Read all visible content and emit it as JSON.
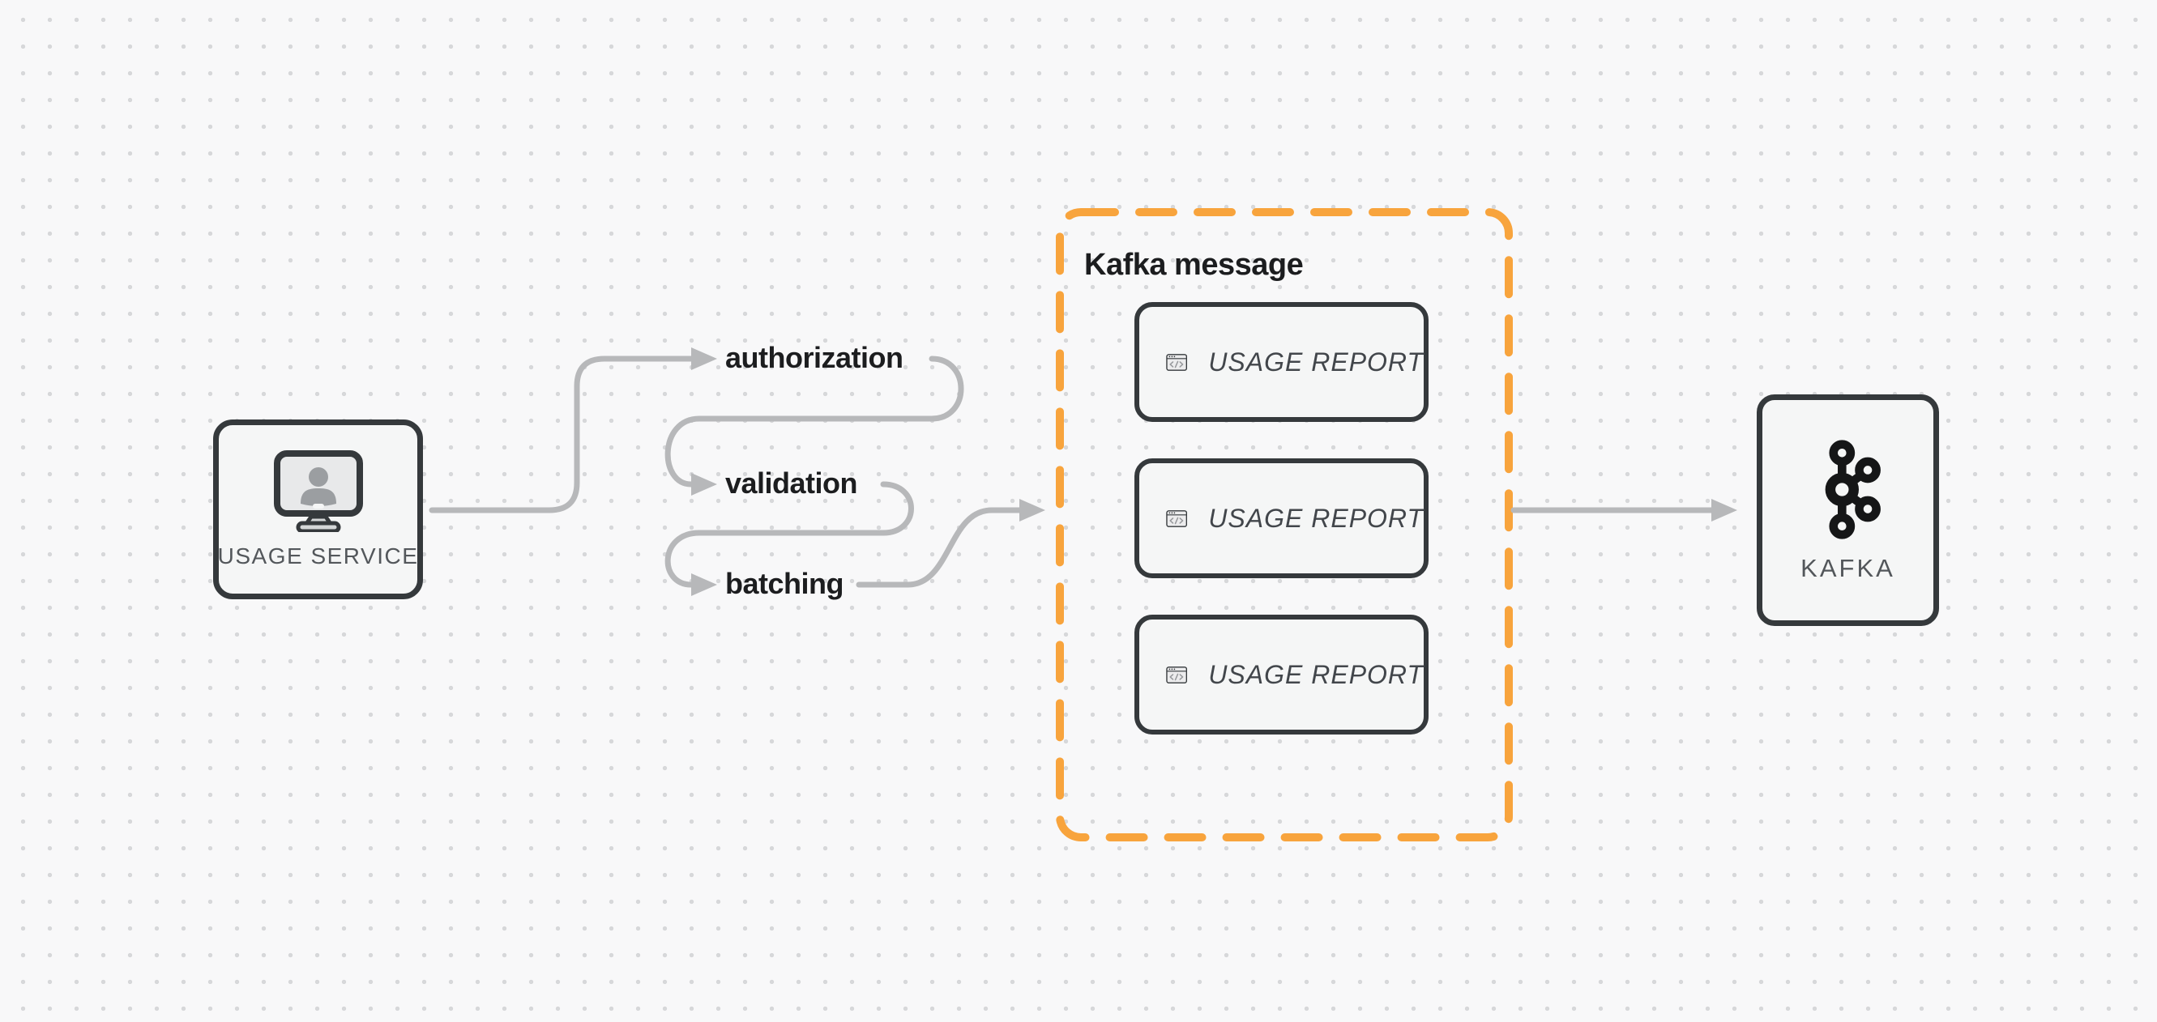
{
  "nodes": {
    "usage_service": {
      "label": "USAGE SERVICE",
      "icon": "user-monitor-icon"
    },
    "kafka": {
      "label": "KAFKA",
      "icon": "kafka-logo-icon"
    }
  },
  "steps": [
    {
      "label": "authorization"
    },
    {
      "label": "validation"
    },
    {
      "label": "batching"
    }
  ],
  "group": {
    "title": "Kafka message",
    "cards": [
      {
        "label": "USAGE REPORT",
        "icon": "code-window-icon"
      },
      {
        "label": "USAGE REPORT",
        "icon": "code-window-icon"
      },
      {
        "label": "USAGE REPORT",
        "icon": "code-window-icon"
      }
    ]
  },
  "colors": {
    "accent_orange": "#f8a43d",
    "arrow_gray": "#b7b8ba",
    "border_dark": "#35393c",
    "node_fill": "#f5f6f6",
    "card_shadow_fill": "#e9eaeb",
    "card_shadow_border": "#686d71",
    "label_text": "#1c1d1f",
    "muted_text": "#53575b",
    "canvas_bg": "#f8f8f9",
    "canvas_dot": "#d7d8da"
  }
}
